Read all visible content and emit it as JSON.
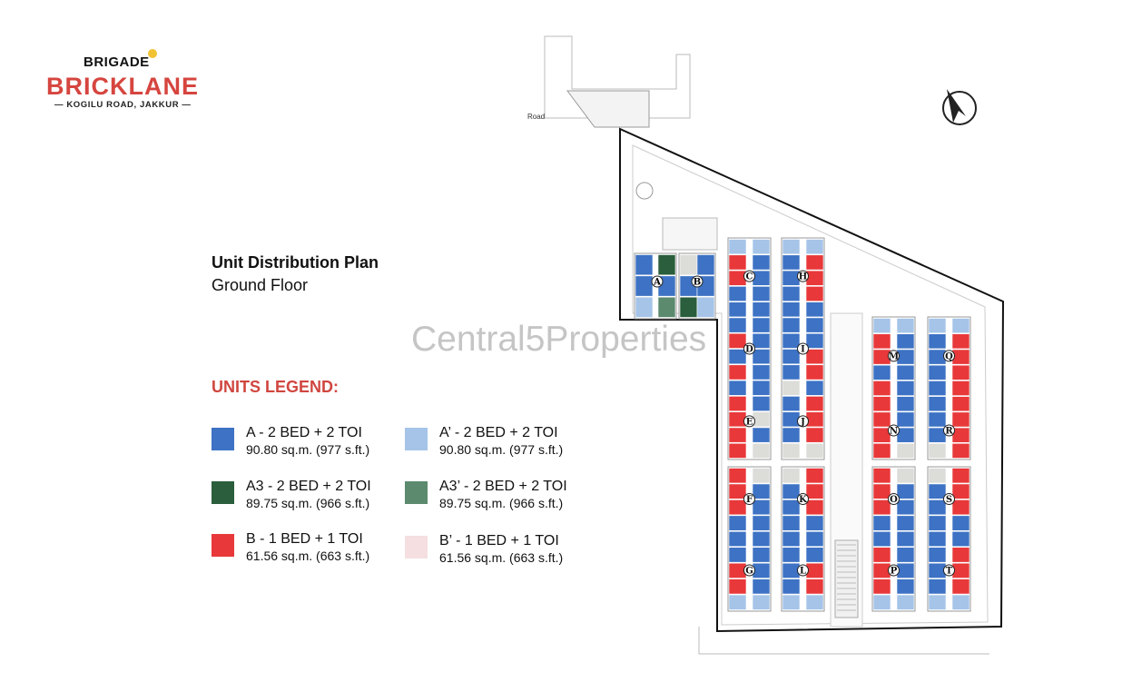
{
  "logo": {
    "brand": "BRIGADE",
    "project": "BRICKLANE",
    "location": "— KOGILU ROAD, JAKKUR —"
  },
  "plan": {
    "title": "Unit Distribution Plan",
    "floor": "Ground Floor",
    "road_label": "Road"
  },
  "watermark": "Central5Properties",
  "legend": {
    "title": "UNITS LEGEND:",
    "items": [
      {
        "code": "a",
        "name": "A - 2 BED + 2 TOI",
        "area": "90.80 sq.m. (977 s.ft.)",
        "color": "#3d72c4"
      },
      {
        "code": "p",
        "name": "A’ - 2 BED + 2 TOI",
        "area": "90.80 sq.m. (977 s.ft.)",
        "color": "#a5c4e8"
      },
      {
        "code": "g",
        "name": "A3 - 2 BED + 2 TOI",
        "area": "89.75 sq.m. (966 s.ft.)",
        "color": "#2a5e3c"
      },
      {
        "code": "q",
        "name": "A3’ - 2 BED + 2 TOI",
        "area": "89.75 sq.m. (966 s.ft.)",
        "color": "#5b8a6e"
      },
      {
        "code": "b",
        "name": "B - 1 BED + 1 TOI",
        "area": "61.56 sq.m. (663 s.ft.)",
        "color": "#e8383a"
      },
      {
        "code": "c",
        "name": "B’ - 1 BED + 1 TOI",
        "area": "61.56 sq.m. (663 s.ft.)",
        "color": "#f5dfe0"
      }
    ],
    "core_color": "#dcdcd8"
  },
  "blocks": {
    "A": {
      "left": "aap",
      "right": "gaq"
    },
    "B": {
      "left": "xag",
      "right": "aap"
    },
    "col1_upper": {
      "letters": [
        "C",
        "D",
        "E"
      ],
      "left": "pbbaaabababbbb",
      "right": "paaaaaaaaaaxax"
    },
    "col1_lower": {
      "letters": [
        "F",
        "G"
      ],
      "left": "bbbaaabbp",
      "right": "xaaaaaaap"
    },
    "col2_upper": {
      "letters": [
        "H",
        "I",
        "J"
      ],
      "left": "paaaaaaaaxaaax",
      "right": "pbbbaaabbabbbx"
    },
    "col2_lower": {
      "letters": [
        "K",
        "L"
      ],
      "left": "xaaaaaaap",
      "right": "bbbaaabbp"
    },
    "col3_upper": {
      "letters": [
        "M",
        "N"
      ],
      "left": "pbbabbbbb",
      "right": "paaaaaaax"
    },
    "col3_lower": {
      "letters": [
        "O",
        "P"
      ],
      "left": "bbbaabbbp",
      "right": "xaaaaaaap"
    },
    "col4_upper": {
      "letters": [
        "Q",
        "R"
      ],
      "left": "paaaaaaax",
      "right": "pbbbbbbbb"
    },
    "col4_lower": {
      "letters": [
        "S",
        "T"
      ],
      "left": "xaaaaaaap",
      "right": "bbbaabbbp"
    }
  },
  "compass": "north-arrow-icon"
}
